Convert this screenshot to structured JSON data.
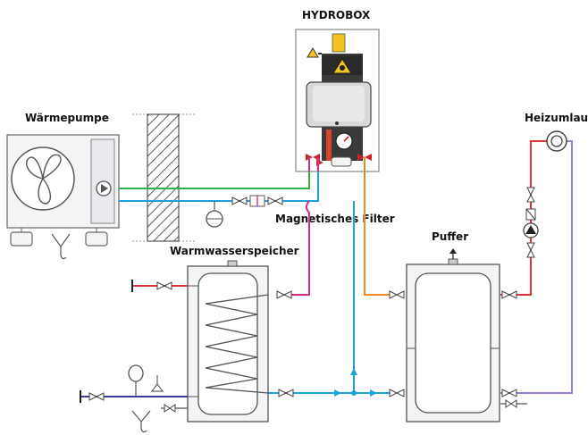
{
  "labels": {
    "hydrobox": "HYDROBOX",
    "heat_pump": "Wärmepumpe",
    "heating_circuit": "Heizumlauf",
    "magnetic_filter": "Magnetisches Filter",
    "dhw_tank": "Warmwasserspeicher",
    "buffer": "Puffer"
  },
  "colors": {
    "green": "#2bb24c",
    "blue": "#1ea0d8",
    "magenta": "#d22d8c",
    "orange": "#f08c1e",
    "red": "#e0303a",
    "pink": "#f07ca0",
    "violet": "#9b7fd6",
    "navy": "#3a3aa0",
    "valve_red": "#d0202a",
    "tank_outline": "#555555"
  }
}
